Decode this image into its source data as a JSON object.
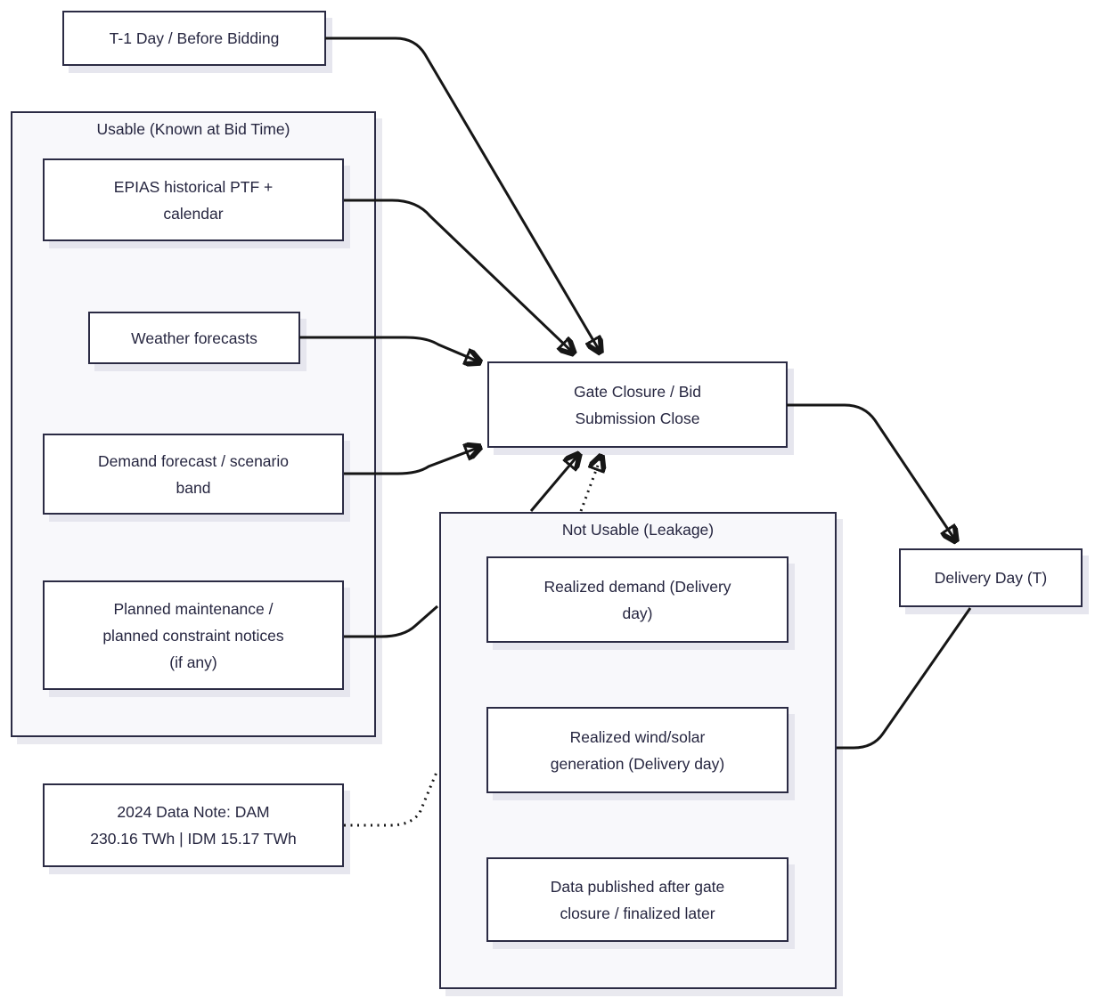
{
  "diagram": {
    "title_hint": "Data availability vs. gate closure flowchart",
    "groups": {
      "usable": {
        "title": "Usable (Known at Bid Time)"
      },
      "not_usable": {
        "title": "Not Usable (Leakage)"
      }
    },
    "nodes": {
      "t1_day": {
        "label": [
          "T-1 Day / Before Bidding"
        ]
      },
      "epias": {
        "label": [
          "EPIAS historical PTF +",
          "calendar"
        ]
      },
      "weather": {
        "label": [
          "Weather forecasts"
        ]
      },
      "demand_forecast": {
        "label": [
          "Demand forecast / scenario",
          "band"
        ]
      },
      "planned_maintenance": {
        "label": [
          "Planned maintenance /",
          "planned constraint notices",
          "(if any)"
        ]
      },
      "gate_closure": {
        "label": [
          "Gate Closure / Bid",
          "Submission Close"
        ]
      },
      "realized_demand": {
        "label": [
          "Realized demand (Delivery",
          "day)"
        ]
      },
      "realized_wind_solar": {
        "label": [
          "Realized wind/solar",
          "generation (Delivery day)"
        ]
      },
      "published_after": {
        "label": [
          "Data published after gate",
          "closure / finalized later"
        ]
      },
      "delivery_day": {
        "label": [
          "Delivery Day (T)"
        ]
      },
      "data_note": {
        "label": [
          "2024 Data Note: DAM",
          "230.16 TWh | IDM 15.17 TWh"
        ]
      }
    },
    "edges": [
      {
        "from": "t1_day",
        "to": "gate_closure",
        "style": "solid",
        "arrow": true
      },
      {
        "from": "epias",
        "to": "gate_closure",
        "style": "solid",
        "arrow": true
      },
      {
        "from": "weather",
        "to": "gate_closure",
        "style": "solid",
        "arrow": true
      },
      {
        "from": "demand_forecast",
        "to": "gate_closure",
        "style": "solid",
        "arrow": true
      },
      {
        "from": "planned_maintenance",
        "to": "gate_closure",
        "style": "solid",
        "arrow": true
      },
      {
        "from": "not_usable_group",
        "to": "gate_closure",
        "style": "dotted",
        "arrow": true
      },
      {
        "from": "gate_closure",
        "to": "delivery_day",
        "style": "solid",
        "arrow": true
      },
      {
        "from": "delivery_day",
        "to": "not_usable_group",
        "style": "solid",
        "arrow": false
      },
      {
        "from": "data_note",
        "to": "not_usable_group",
        "style": "dotted",
        "arrow": false
      }
    ],
    "colors": {
      "node_border": "#2b2b44",
      "node_fill": "#ffffff",
      "group_fill": "#f8f8fb",
      "text": "#262640",
      "edge": "#161616",
      "shadow": "#e9e9ef"
    }
  }
}
